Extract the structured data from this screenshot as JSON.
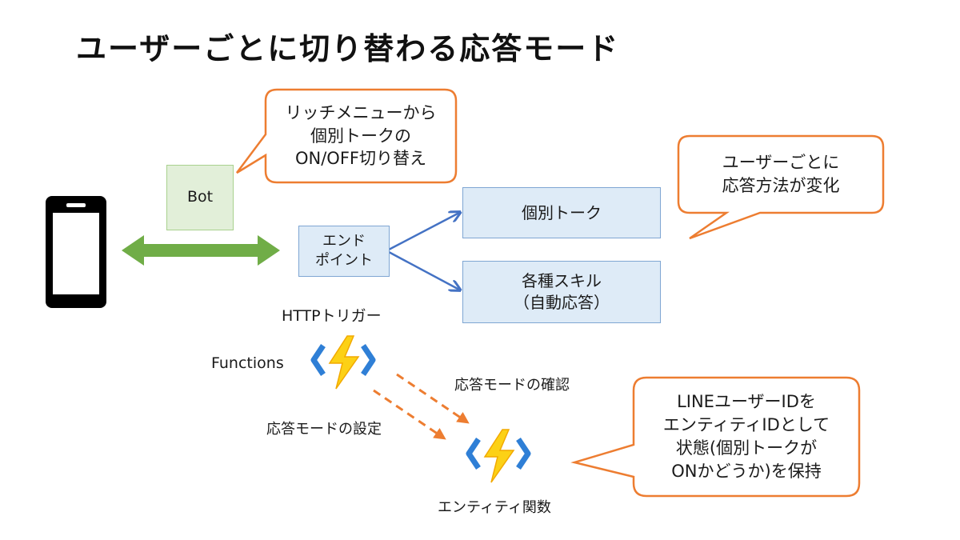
{
  "title": "ユーザーごとに切り替わる応答モード",
  "bot": {
    "label": "Bot"
  },
  "endpoint": {
    "line1": "エンド",
    "line2": "ポイント"
  },
  "targets": {
    "kobetsu": "個別トーク",
    "skill_line1": "各種スキル",
    "skill_line2": "（自動応答）"
  },
  "labels": {
    "http_trigger": "HTTPトリガー",
    "functions": "Functions",
    "check_mode": "応答モードの確認",
    "set_mode": "応答モードの設定",
    "entity_function": "エンティティ関数"
  },
  "callouts": {
    "rich_menu": [
      "リッチメニューから",
      "個別トークの",
      "ON/OFF切り替え"
    ],
    "per_user": [
      "ユーザーごとに",
      "応答方法が変化"
    ],
    "entity": [
      "LINEユーザーIDを",
      "エンティティIDとして",
      "状態(個別トークが",
      "ONかどうか)を保持"
    ]
  },
  "colors": {
    "callout_border": "#ed7d31",
    "green_arrow": "#70ad47",
    "blue_arrow": "#4472c4",
    "dashed_arrow": "#ed7d31",
    "bolt": "#fcd116",
    "brackets": "#2f7fd6"
  },
  "icons": [
    "smartphone-icon",
    "azure-functions-icon"
  ]
}
